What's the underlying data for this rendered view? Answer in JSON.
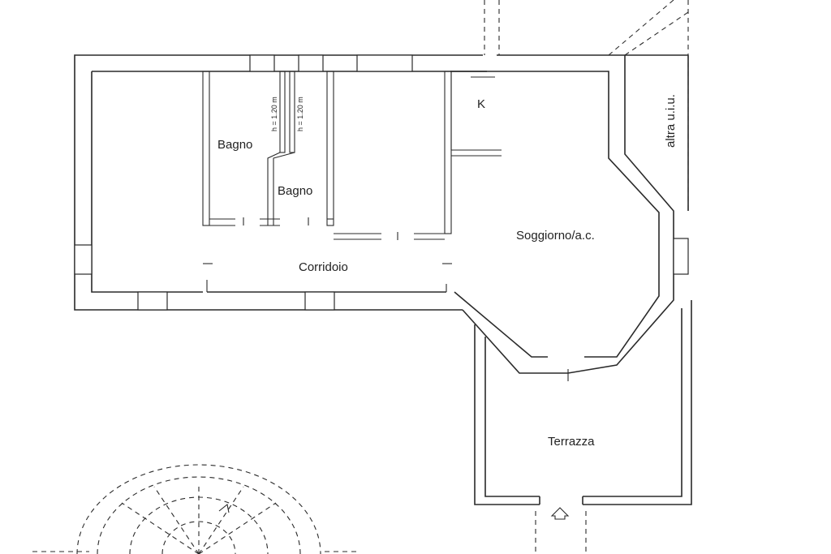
{
  "rooms": {
    "bagno_1": "Bagno",
    "bagno_2": "Bagno",
    "kitchen": "K",
    "soggiorno": "Soggiorno/a.c.",
    "corridoio": "Corridoio",
    "terrazza": "Terrazza",
    "altra_uiu": "altra u.i.u."
  },
  "heights": {
    "bagno_1": "h = 1.20 m",
    "bagno_2": "h = 1.20 m"
  },
  "icons": {
    "entrance": "house-arrow-icon"
  }
}
